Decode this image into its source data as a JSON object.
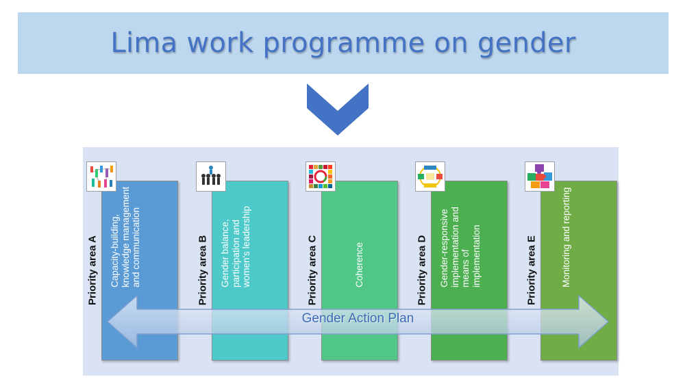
{
  "title": "Lima work programme on gender",
  "gap_label": "Gender Action Plan",
  "colors": {
    "banner": "#bdd7ee",
    "title": "#4472c4",
    "chevron": "#4472c4",
    "panel": "#dae3f3"
  },
  "priority_areas": [
    {
      "label": "Priority area A",
      "text": "Capacity-building, knowledge management and communication",
      "color": "#5b9bd5",
      "icon": "people-network-icon"
    },
    {
      "label": "Priority area B",
      "text": "Gender balance, participation and women's leadership",
      "color": "#4dc9c9",
      "icon": "group-leadership-icon"
    },
    {
      "label": "Priority area C",
      "text": "Coherence",
      "color": "#50c787",
      "icon": "sdg-wheel-icon"
    },
    {
      "label": "Priority area D",
      "text": "Gender-responsive implementation and means of implementation",
      "color": "#4caf50",
      "icon": "process-cycle-icon"
    },
    {
      "label": "Priority area E",
      "text": "Monitoring and reporting",
      "color": "#70ad47",
      "icon": "puzzle-pieces-icon"
    }
  ]
}
